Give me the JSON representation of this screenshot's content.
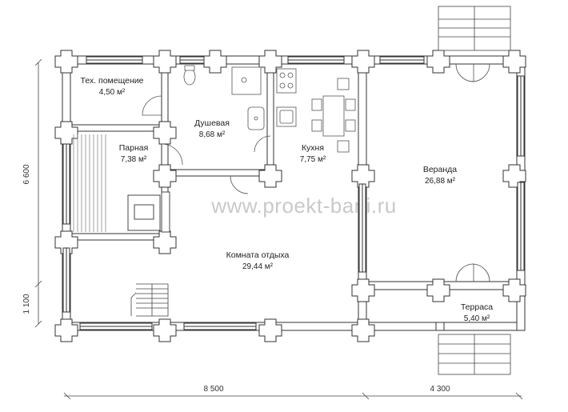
{
  "watermark": "www.proekt-bani.ru",
  "rooms": {
    "tech": {
      "name": "Тех. помещение",
      "area": "4,50 м²"
    },
    "shower": {
      "name": "Душевая",
      "area": "8,68 м²"
    },
    "sauna": {
      "name": "Парная",
      "area": "7,38 м²"
    },
    "kitchen": {
      "name": "Кухня",
      "area": "7,75 м²"
    },
    "veranda": {
      "name": "Веранда",
      "area": "26,88 м²"
    },
    "rest": {
      "name": "Комната отдыха",
      "area": "29,44 м²"
    },
    "terrace": {
      "name": "Терраса",
      "area": "5,40 м²"
    }
  },
  "dimensions": {
    "left_total": "6 600",
    "left_part": "1 100",
    "bottom_main": "8 500",
    "bottom_right": "4 300"
  }
}
